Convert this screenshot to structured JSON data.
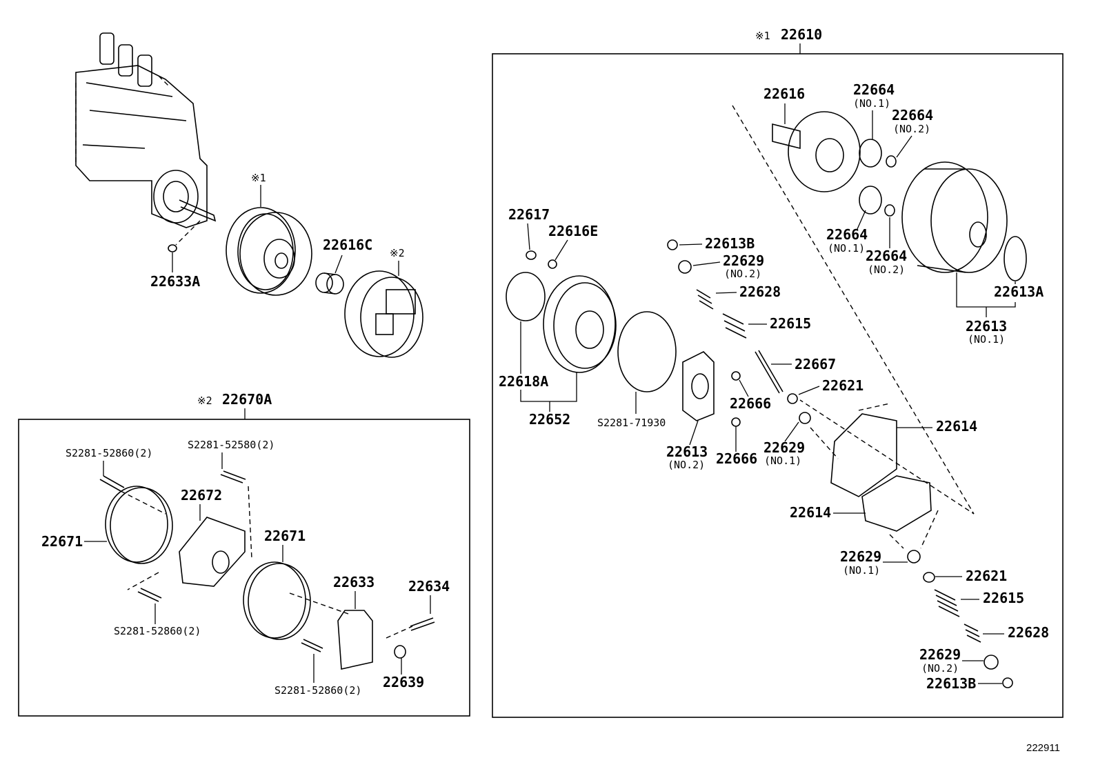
{
  "figure_id": "222911",
  "assembly_main": {
    "mark": "※1",
    "number": "22610"
  },
  "assembly_sub": {
    "mark": "※2",
    "number": "22670A"
  },
  "marks": {
    "m1": "※1",
    "m2": "※2"
  },
  "labels": {
    "p22633A": "22633A",
    "p22616C": "22616C",
    "p22616": "22616",
    "p22664_a": "22664",
    "p22664_a_sub": "(NO.1)",
    "p22664_b": "22664",
    "p22664_b_sub": "(NO.2)",
    "p22664_c": "22664",
    "p22664_c_sub": "(NO.1)",
    "p22664_d": "22664",
    "p22664_d_sub": "(NO.2)",
    "p22617": "22617",
    "p22616E": "22616E",
    "p22613B_a": "22613B",
    "p22629_a": "22629",
    "p22629_a_sub": "(NO.2)",
    "p22628_a": "22628",
    "p22615_a": "22615",
    "p22667": "22667",
    "p22621_a": "22621",
    "p22613A": "22613A",
    "p22613_1": "22613",
    "p22613_1_sub": "(NO.1)",
    "p22618A": "22618A",
    "p22652": "22652",
    "pS71930": "S2281-71930",
    "p22666_a": "22666",
    "p22666_b": "22666",
    "p22613_2": "22613",
    "p22613_2_sub": "(NO.2)",
    "p22629_b": "22629",
    "p22629_b_sub": "(NO.1)",
    "p22614_a": "22614",
    "p22614_b": "22614",
    "p22629_c": "22629",
    "p22629_c_sub": "(NO.1)",
    "p22621_b": "22621",
    "p22615_b": "22615",
    "p22628_b": "22628",
    "p22629_d": "22629",
    "p22629_d_sub": "(NO.2)",
    "p22613B_b": "22613B",
    "pS52860_a": "S2281-52860(2)",
    "pS52580": "S2281-52580(2)",
    "p22672": "22672",
    "p22671_a": "22671",
    "p22671_b": "22671",
    "p22633": "22633",
    "p22634": "22634",
    "pS52860_b": "S2281-52860(2)",
    "p22639": "22639",
    "pS52860_c": "S2281-52860(2)"
  }
}
